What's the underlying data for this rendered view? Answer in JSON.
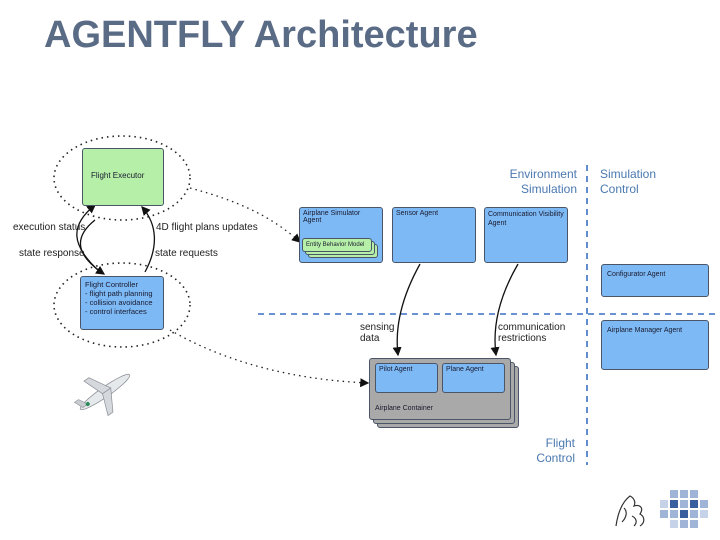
{
  "slide": {
    "title": "AGENTFLY Architecture"
  },
  "left": {
    "flight_executor": "Flight Executor",
    "flight_controller": {
      "title": "Flight Controller",
      "items": [
        "- flight path planning",
        "- collision avoidance",
        "- control interfaces"
      ]
    },
    "labels": {
      "execution_status": "execution status",
      "state_response": "state response",
      "plans_updates": "4D flight plans updates",
      "state_requests": "state requests"
    }
  },
  "env": {
    "heading_line1": "Environment",
    "heading_line2": "Simulation",
    "airplane_simulator": "Airplane Simulator Agent",
    "entity_behavior": "Entity Behavior Model",
    "sensor_agent": "Sensor Agent",
    "comm_visibility_line1": "Communication  Visibility",
    "comm_visibility_line2": "Agent"
  },
  "sim_control": {
    "heading_line1": "Simulation",
    "heading_line2": "Control",
    "configurator": "Configurator Agent",
    "airplane_manager": "Airplane Manager Agent"
  },
  "flight": {
    "sensing_line1": "sensing",
    "sensing_line2": "data",
    "comm_line1": "communication",
    "comm_line2": "restrictions",
    "pilot_agent": "Pilot Agent",
    "plane_agent": "Plane Agent",
    "airplane_container": "Airplane Container",
    "heading_line1": "Flight",
    "heading_line2": "Control"
  },
  "colors": {
    "agent_blue": "#7db9f5",
    "executor_green": "#b6f0a8",
    "container_gray": "#a9a9a9",
    "divider_blue": "#3a6fc4",
    "heading_blue": "#4a78b0"
  },
  "icons": {
    "airplane": "airplane-icon",
    "logo": "university-logo"
  }
}
